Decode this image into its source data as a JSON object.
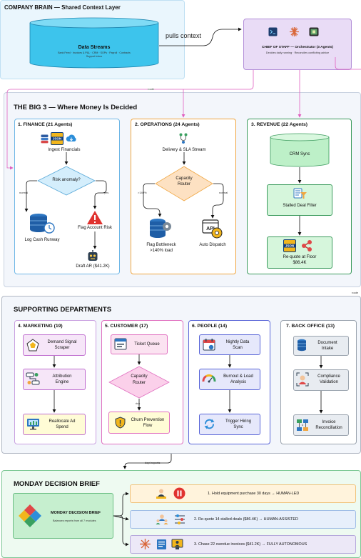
{
  "company_brain": {
    "title": "COMPANY BRAIN — Shared Context Layer",
    "data_streams": {
      "title": "Data Streams",
      "subtitle1": "Bank Feed · Invoices & P&L · CRM · SOPs · Payroll · Contracts",
      "subtitle2": "Support Inbox"
    },
    "pulls_context": "pulls context"
  },
  "chief_of_staff": {
    "title": "CHIEF OF STAFF — Orchestrator (3 Agents)",
    "subtitle": "Decides daily running · Reconciles conflicting advice",
    "route_label": "route"
  },
  "big3": {
    "title": "THE BIG 3 — Where Money Is Decided",
    "route_label": "route",
    "finance": {
      "title": "1. FINANCE (21 Agents)",
      "ingest": "Ingest Financials",
      "decision": "Risk anomaly?",
      "branch_normal": "normal",
      "branch_yes": "yes",
      "log": "Log Cash Runway",
      "flag": "Flag Account Risk",
      "draft": "Draft AR ($41.2K)"
    },
    "operations": {
      "title": "2. OPERATIONS (24 Agents)",
      "stream": "Delivery & SLA Stream",
      "router_line1": "Capacity",
      "router_line2": "Router",
      "branch_left": ">140%",
      "branch_right": "normal",
      "bottleneck_line1": "Flag Bottleneck",
      "bottleneck_line2": ">140% load",
      "dispatch": "Auto Dispatch"
    },
    "revenue": {
      "title": "3. REVENUE (22 Agents)",
      "crm": "CRM Sync",
      "stalled": "Stalled Deal Filter",
      "requote_line1": "Re-quote at Floor",
      "requote_line2": "$86.4K"
    }
  },
  "supporting": {
    "title": "SUPPORTING DEPARTMENTS",
    "marketing": {
      "title": "4. MARKETING (19)",
      "n1_line1": "Demand Signal",
      "n1_line2": "Scraper",
      "n2_line1": "Attribution",
      "n2_line2": "Engine",
      "n3_line1": "Reallocate Ad",
      "n3_line2": "Spend"
    },
    "customer": {
      "title": "5. CUSTOMER (17)",
      "n1": "Ticket Queue",
      "router_line1": "Capacity",
      "router_line2": "Router",
      "branch": "risk",
      "n3_line1": "Churn Prevention",
      "n3_line2": "Flow"
    },
    "people": {
      "title": "6. PEOPLE (14)",
      "n1_line1": "Nightly Data",
      "n1_line2": "Scan",
      "n2_line1": "Burnout & Load",
      "n2_line2": "Analysis",
      "n3_line1": "Trigger Hiring",
      "n3_line2": "Sync"
    },
    "back_office": {
      "title": "7. BACK OFFICE (13)",
      "n1_line1": "Document",
      "n1_line2": "Intake",
      "n2_line1": "Compliance",
      "n2_line2": "Validation",
      "n3_line1": "Invoice",
      "n3_line2": "Reconciliation"
    },
    "dept_reports": "dept reports"
  },
  "monday": {
    "title": "MONDAY DECISION BRIEF",
    "card_title": "MONDAY DECISION BRIEF",
    "card_subtitle": "Balances reports from all 7 modules",
    "items": [
      {
        "text": "1. Hold equipment purchase 30 days → HUMAN-LED"
      },
      {
        "text": "2. Re-quote 14 stalled deals ($86.4K) → HUMAN-ASSISTED"
      },
      {
        "text": "3. Chase 22 overdue invoices ($41.2K) → FULLY AUTONOMOUS"
      }
    ]
  },
  "colors": {
    "brain_bg": "#eaf6fd",
    "cos_bg": "#e9dcf6",
    "big3_bg": "#f3f6fb",
    "finance_border": "#6fb7e6",
    "ops_border": "#f0a640",
    "revenue_border": "#3a9a5c",
    "magenta": "#e060c0",
    "green_accent": "#3aa060"
  }
}
